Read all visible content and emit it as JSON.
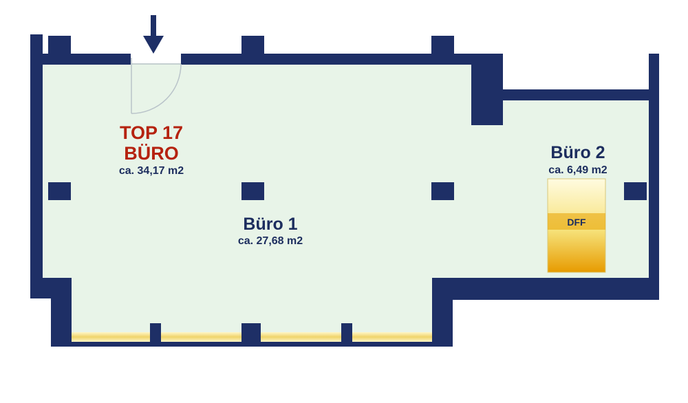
{
  "colors": {
    "wall": "#1e2f66",
    "floor": "#e8f4e8",
    "title": "#b5220f",
    "text": "#1c2d5e",
    "window": "#f2dc7a",
    "skylight_top": "#fffbe0",
    "skylight_bottom": "#e79b00"
  },
  "unit": {
    "title_line1": "TOP 17",
    "title_line2": "BÜRO",
    "area": "ca. 34,17 m2"
  },
  "rooms": [
    {
      "name": "Büro 1",
      "area": "ca. 27,68 m2"
    },
    {
      "name": "Büro 2",
      "area": "ca. 6,49 m2"
    }
  ],
  "skylight": {
    "label": "DFF"
  },
  "icons": {
    "entrance": "arrow-down-icon",
    "door": "door-swing-icon"
  }
}
